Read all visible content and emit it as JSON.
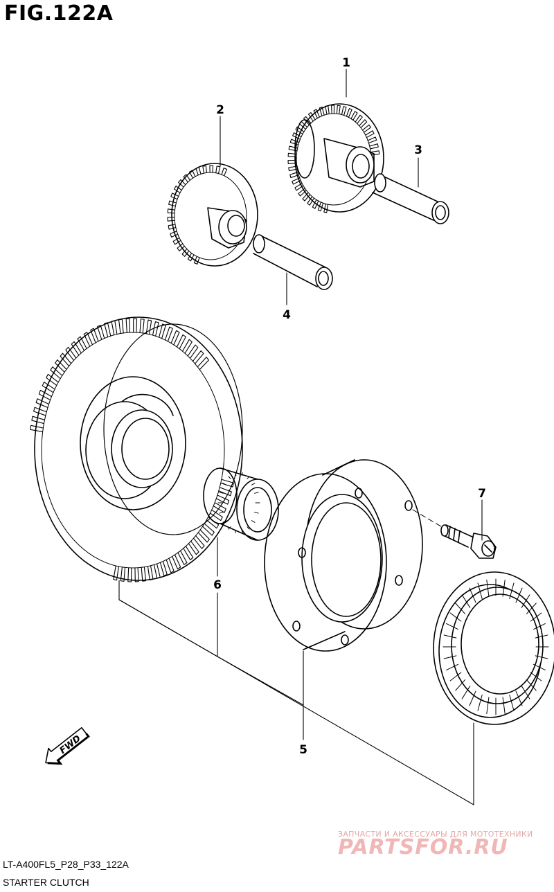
{
  "figure": {
    "title": "FIG.122A"
  },
  "callouts": {
    "c1": "1",
    "c2": "2",
    "c3": "3",
    "c4": "4",
    "c5": "5",
    "c6": "6",
    "c7": "7"
  },
  "fwd_arrow": {
    "label": "FWD",
    "icon": "fwd-arrow-icon"
  },
  "footer": {
    "code": "LT-A400FL5_P28_P33_122A",
    "name": "STARTER CLUTCH"
  },
  "watermark": {
    "tagline": "ЗАПЧАСТИ И АКСЕССУАРЫ ДЛЯ МОТОТЕХНИКИ",
    "brand": "PARTSFOR.RU",
    "color": "#f1b6b6"
  }
}
